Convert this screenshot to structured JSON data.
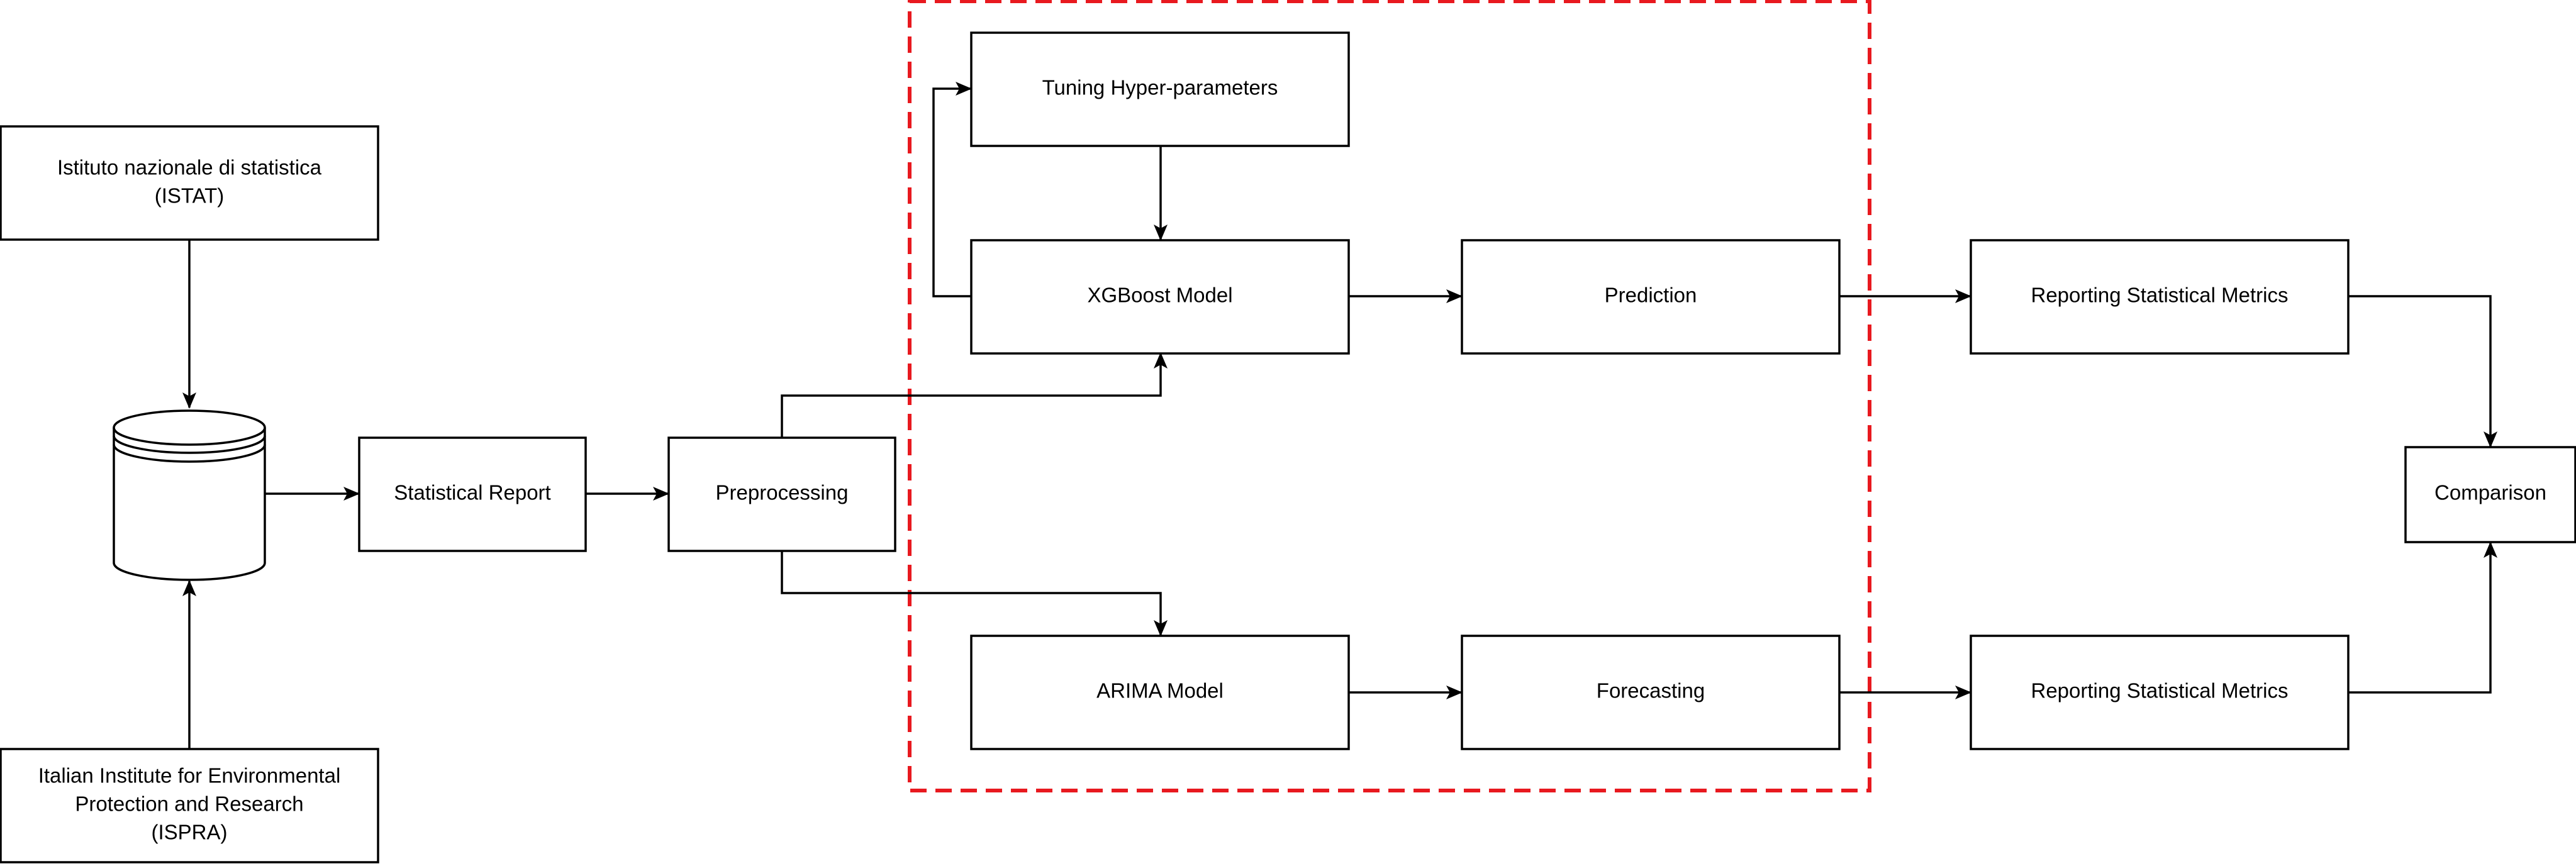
{
  "colors": {
    "stroke": "#000000",
    "background": "#ffffff",
    "region_border": "#e8191f"
  },
  "nodes": {
    "istat": {
      "lines": [
        "Istituto nazionale di statistica",
        "(ISTAT)"
      ]
    },
    "ispra": {
      "lines": [
        "Italian Institute for Environmental",
        "Protection and Research",
        "(ISPRA)"
      ]
    },
    "database": {
      "shape": "database-cylinder"
    },
    "statistical_report": {
      "label": "Statistical Report"
    },
    "preprocessing": {
      "label": "Preprocessing"
    },
    "tuning": {
      "label": "Tuning Hyper-parameters"
    },
    "xgboost": {
      "label": "XGBoost Model"
    },
    "prediction": {
      "label": "Prediction"
    },
    "arima": {
      "label": "ARIMA Model"
    },
    "forecasting": {
      "label": "Forecasting"
    },
    "metrics_top": {
      "label": "Reporting Statistical Metrics"
    },
    "metrics_bottom": {
      "label": "Reporting Statistical Metrics"
    },
    "comparison": {
      "label": "Comparison"
    }
  },
  "edges": [
    {
      "from": "istat",
      "to": "database"
    },
    {
      "from": "ispra",
      "to": "database"
    },
    {
      "from": "database",
      "to": "statistical_report"
    },
    {
      "from": "statistical_report",
      "to": "preprocessing"
    },
    {
      "from": "preprocessing",
      "to": "xgboost"
    },
    {
      "from": "preprocessing",
      "to": "arima"
    },
    {
      "from": "tuning",
      "to": "xgboost"
    },
    {
      "from": "xgboost",
      "to": "tuning"
    },
    {
      "from": "xgboost",
      "to": "prediction"
    },
    {
      "from": "prediction",
      "to": "metrics_top"
    },
    {
      "from": "arima",
      "to": "forecasting"
    },
    {
      "from": "forecasting",
      "to": "metrics_bottom"
    },
    {
      "from": "metrics_top",
      "to": "comparison"
    },
    {
      "from": "metrics_bottom",
      "to": "comparison"
    }
  ]
}
